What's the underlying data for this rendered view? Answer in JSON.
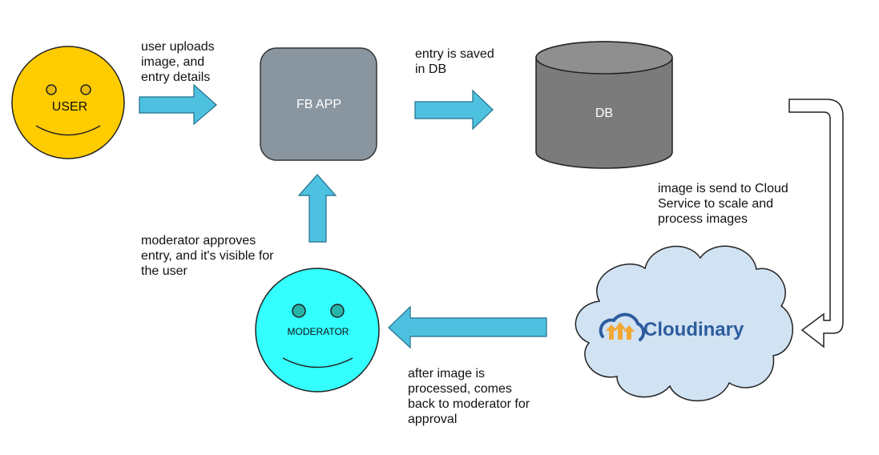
{
  "nodes": {
    "user": {
      "label": "USER"
    },
    "fb_app": {
      "label": "FB APP"
    },
    "db": {
      "label": "DB"
    },
    "cloudinary": {
      "logo_text": "Cloudinary"
    },
    "moderator": {
      "label": "MODERATOR"
    }
  },
  "annotations": {
    "upload": "user uploads\nimage, and\nentry details",
    "saved": "entry is saved\nin DB",
    "cloud": "image is send to Cloud\nService to scale and\nprocess images",
    "approve": "moderator approves\nentry, and it's visible for\nthe user",
    "processed": "after image is\nprocessed, comes\nback to moderator for\napproval"
  },
  "colors": {
    "user_face": "#ffcc00",
    "moderator_face": "#33ffff",
    "app_box": "#8a969f",
    "db": "#7b7b7b",
    "arrow": "#4fc1e0",
    "cloud": "#d1e2f3",
    "logo_blue": "#2d5c9e",
    "logo_orange": "#f3a735"
  },
  "icons": {
    "user": "smiley-face-icon",
    "moderator": "smiley-face-icon",
    "cloudinary": "cloudinary-logo-icon"
  }
}
